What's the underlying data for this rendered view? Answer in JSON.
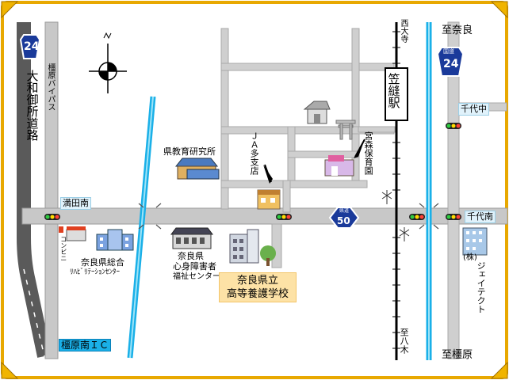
{
  "routes": {
    "r24_left": "24",
    "r24_right": "24",
    "r24_right_sign": "国道",
    "r50": "50",
    "r50_sign": "県道"
  },
  "labels": {
    "yamato_gosho_road": "大和御所道路",
    "kashihara_bypass": "橿原バイパス",
    "mitadaminami": "満田南",
    "kashihara_minami_ic": "橿原南ＩＣ",
    "convenience": "コンビニ",
    "rehab_center_l1": "奈良県総合",
    "rehab_center_l2": "ﾘﾊﾋﾞﾘﾃｰｼｮﾝｾﾝﾀｰ",
    "welfare_l1": "奈良県",
    "welfare_l2": "心身障害者",
    "welfare_l3": "福祉センター",
    "school_l1": "奈良県立",
    "school_l2": "高等養護学校",
    "edu_institute": "県教育研究所",
    "ja_branch": "ＪＡ多支店",
    "nursery": "宮森保育園",
    "kasanui_station": "笠縫駅",
    "nishi_oodera": "西大寺",
    "to_nara": "至奈良",
    "to_kashihara": "至橿原",
    "to_yagi": "至八木",
    "chiyo_naka": "千代中",
    "chiyo_minami": "千代南",
    "jtekt_kabu": "(株)",
    "jtekt": "ジェイテクト"
  },
  "icons": [
    "north-arrow-icon",
    "traffic-signal-icon",
    "torii-icon",
    "shrine-icon",
    "building-icon",
    "school-icon",
    "factory-icon",
    "convenience-store-icon",
    "pointer-arrow-icon",
    "level-crossing-icon"
  ],
  "colors": {
    "road": "#c8c8c8",
    "road_edge": "#9a9a9a",
    "highway": "#555555",
    "river": "#1ab0e8",
    "rail": "#000000",
    "border": "#f0b400",
    "school_label_bg": "#fde2a6",
    "route_sign": "#1a3a9a"
  }
}
